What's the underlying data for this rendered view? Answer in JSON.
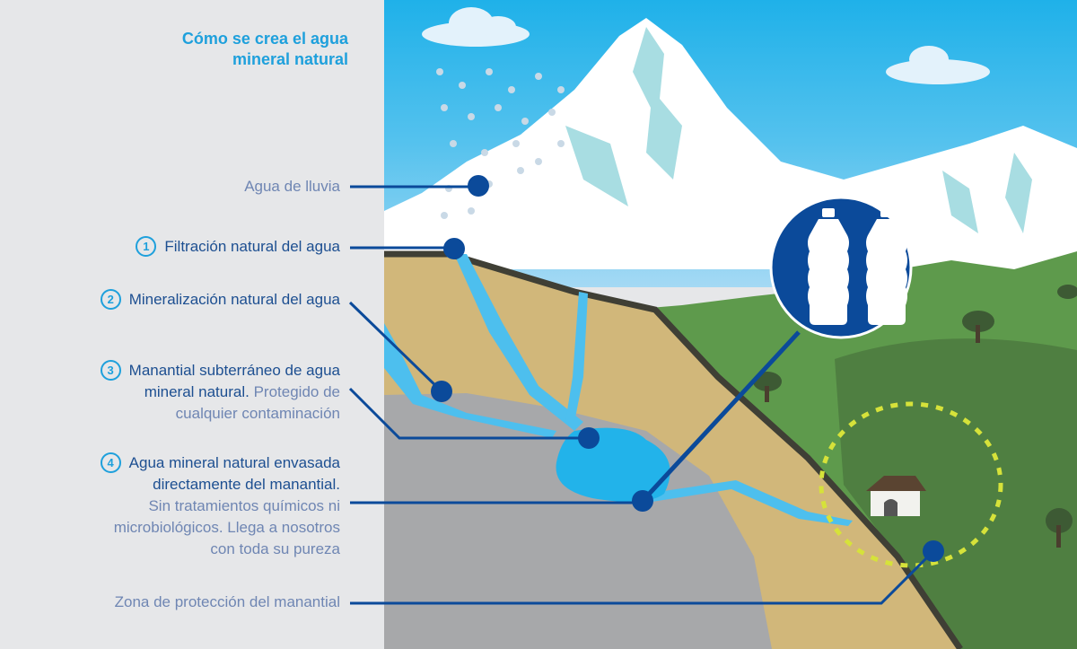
{
  "title": {
    "line1": "Cómo se crea el agua",
    "line2": "mineral natural"
  },
  "labels": {
    "rain": "Agua de lluvia",
    "step1": {
      "number": "1",
      "text": "Filtración natural del agua"
    },
    "step2": {
      "number": "2",
      "text": "Mineralización natural del agua"
    },
    "step3": {
      "number": "3",
      "bold1": "Manantial subterráneo de agua",
      "bold2": "mineral natural.",
      "light1": "Protegido de",
      "light2": "cualquier contaminación"
    },
    "step4": {
      "number": "4",
      "bold1": "Agua mineral natural envasada",
      "bold2": "directamente del manantial.",
      "light1": "Sin tratamientos químicos ni",
      "light2": "microbiológicos. Llega a nosotros",
      "light3": "con toda su pureza"
    },
    "zone": "Zona de protección del manantial"
  },
  "colors": {
    "accent": "#1ea0dc",
    "dark_blue": "#0b4a9a",
    "zone_dots": "#d6e23a"
  }
}
